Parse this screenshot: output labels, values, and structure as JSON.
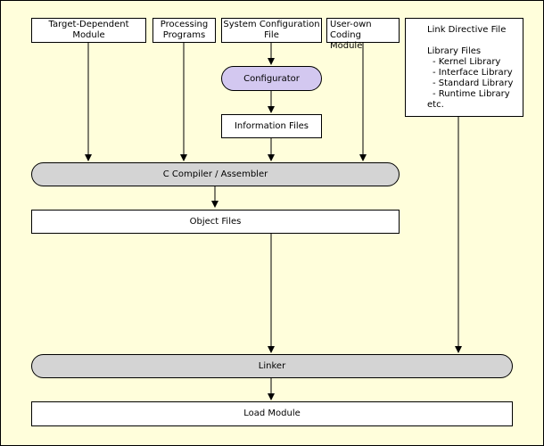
{
  "colors": {
    "background": "#fffedb",
    "bar_fill": "#d4d4d4",
    "configurator_fill": "#d3c8f0"
  },
  "inputs": {
    "target_dependent_module": "Target-Dependent Module",
    "processing_programs": [
      "Processing",
      "Programs"
    ],
    "system_configuration_file": "System Configuration File",
    "user_own_coding_module": [
      "User-own Coding",
      "Module"
    ]
  },
  "configurator": "Configurator",
  "information_files": "Information Files",
  "link_box": {
    "link_directive_file": "Link Directive File",
    "library_files": "Library Files",
    "libraries": [
      "- Kernel Library",
      "- Interface Library",
      "- Standard Library",
      "- Runtime Library"
    ],
    "etc": "etc."
  },
  "c_compiler_assembler": "C Compiler / Assembler",
  "object_files": "Object Files",
  "linker": "Linker",
  "load_module": "Load Module"
}
